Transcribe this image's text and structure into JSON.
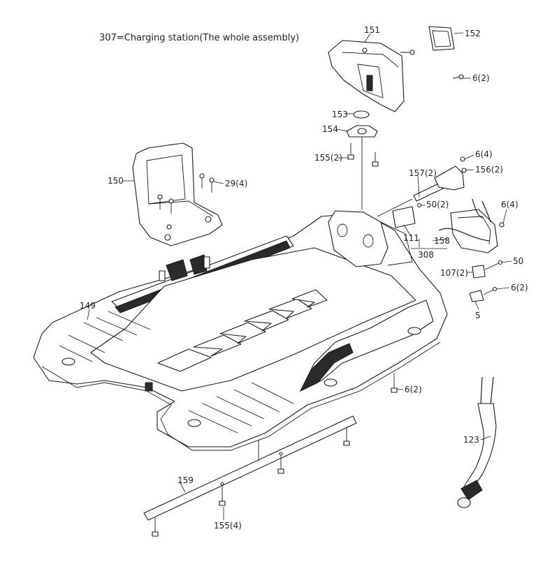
{
  "title": "307=Charging station(The whole assembly)",
  "callouts": {
    "p151": "151",
    "p152": "152",
    "p6_2_top": "6(2)",
    "p153": "153",
    "p154": "154",
    "p155_2": "155(2)",
    "p6_4_top": "6(4)",
    "p156_2": "156(2)",
    "p157_2": "157(2)",
    "p150": "150",
    "p29_4": "29(4)",
    "p50_2": "50(2)",
    "p6_4_right": "6(4)",
    "p111": "111",
    "p158": "158",
    "p308": "308",
    "p107_2": "107(2)",
    "p50": "50",
    "p6_2_right": "6(2)",
    "p5": "5",
    "p149": "149",
    "p6_2_bottom": "6(2)",
    "p123": "123",
    "p159": "159",
    "p155_4": "155(4)"
  }
}
